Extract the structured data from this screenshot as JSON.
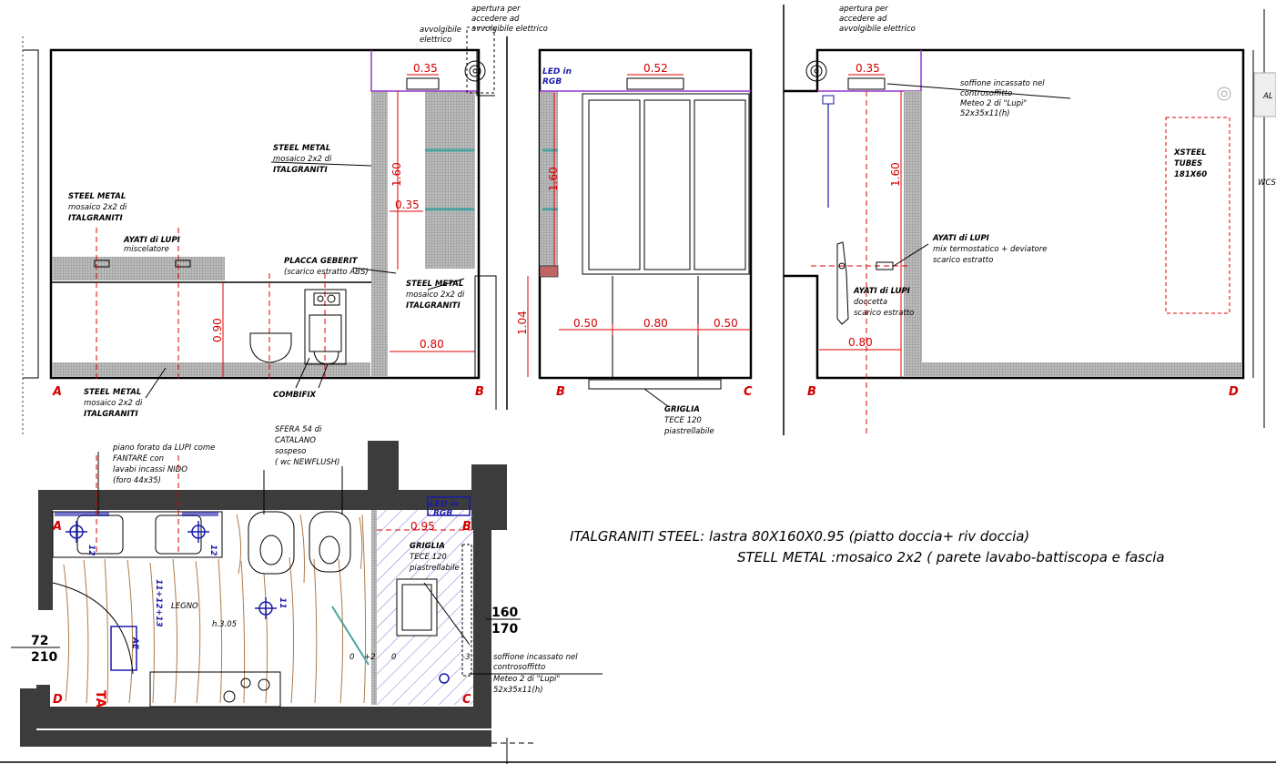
{
  "elevation_ab": {
    "label_steel_metal_left": [
      "STEEL METAL",
      "mosaico 2x2 di",
      "ITALGRANITI"
    ],
    "label_ayati": [
      "AYATI di LUPI",
      "miscelatore"
    ],
    "label_steel_metal_floor": [
      "STEEL METAL",
      "mosaico 2x2 di",
      "ITALGRANITI"
    ],
    "label_steel_metal_wall": [
      "STEEL METAL",
      "mosaico 2x2 di",
      "ITALGRANITI"
    ],
    "label_placca": [
      "PLACCA GEBERIT",
      "(scarico estratto ABS)"
    ],
    "label_steel_metal_shower": [
      "STEEL METAL",
      "mosaico 2x2 di",
      "ITALGRANITI"
    ],
    "label_combifix": "COMBIFIX",
    "label_apertura": [
      "apertura per",
      "accedere ad",
      "avvolgibile elettrico"
    ],
    "label_avvolgibile": [
      "avvolgibile",
      "elettrico"
    ],
    "dim_035_top": "0.35",
    "dim_160": "1.60",
    "dim_035_mid": "0.35",
    "dim_090": "0.90",
    "dim_080": "0.80",
    "grid_a": "A",
    "grid_b": "B"
  },
  "elevation_bc": {
    "label_led": [
      "LED in",
      "RGB"
    ],
    "dim_052": "0.52",
    "dim_160": "1.60",
    "dim_104": "1.04",
    "dim_050_left": "0.50",
    "dim_080": "0.80",
    "dim_050_right": "0.50",
    "label_griglia": [
      "GRIGLIA",
      "TECE 120",
      "piastrellabile"
    ],
    "grid_b": "B",
    "grid_c": "C"
  },
  "elevation_bd": {
    "label_apertura": [
      "apertura per",
      "accedere ad",
      "avvolgibile elettrico"
    ],
    "dim_035": "0.35",
    "label_soffione": [
      "soffione incassato nel",
      "controsoffitto",
      "Meteo 2 di \"Lupi\"",
      "52x35x11(h)"
    ],
    "dim_160": "1.60",
    "label_ayati_mix": [
      "AYATI di LUPI",
      "mix termostatico + deviatore",
      "scarico estratto"
    ],
    "label_ayati_doccetta": [
      "AYATI di LUPI",
      "doccetta",
      "scarico estratto"
    ],
    "dim_080": "0.80",
    "label_xsteel": [
      "XSTEEL",
      "TUBES",
      "181X60"
    ],
    "grid_b": "B",
    "grid_d": "D",
    "edge_text": [
      "AL",
      "WCS"
    ]
  },
  "plan": {
    "label_piano": [
      "piano forato da LUPI come",
      "FANTARE con",
      "lavabi incassi NIDO",
      "(foro 44x35)"
    ],
    "label_sfera": [
      "SFERA 54 di",
      "CATALANO",
      "sospeso",
      "( wc NEWFLUSH)"
    ],
    "label_led": [
      "LED in",
      "RGB"
    ],
    "dim_095": "0.95",
    "label_griglia": [
      "GRIGLIA",
      "TECE 120",
      "piastrellabile"
    ],
    "label_legno": "LEGNO",
    "label_height": "h.3.05",
    "label_elev_0": "0",
    "label_elev_plus2": "+2",
    "label_elev_0b": "0",
    "label_elev_minus3": "-3",
    "label_soffione": [
      "soffione incassato nel",
      "controsoffitto",
      "Meteo 2 di \"Lupi\"",
      "52x35x11(h)"
    ],
    "door_width": "72",
    "door_height": "210",
    "window_width": "160",
    "window_height": "170",
    "label_ae": "AE",
    "label_ta": "TA",
    "label_codes": "11+12+13",
    "label_12a": "12",
    "label_12b": "12",
    "label_11": "11",
    "grid_a": "A",
    "grid_b": "B",
    "grid_c": "C",
    "grid_d": "D"
  },
  "notes": {
    "line1": "ITALGRANITI STEEL: lastra 80X160X0.95 (piatto doccia+ riv doccia)",
    "line2": "STELL METAL :mosaico 2x2 ( parete lavabo-battiscopa e fascia"
  },
  "colors": {
    "dimension_red": "#e00000",
    "mosaic_grey": "#9a9a9a",
    "wall_fill": "#3c3c3c",
    "wood_lines": "#b07a4a",
    "led_violet": "#9933cc",
    "symbol_blue": "#1a1aa8",
    "shelf_teal": "#4aa3a3"
  }
}
